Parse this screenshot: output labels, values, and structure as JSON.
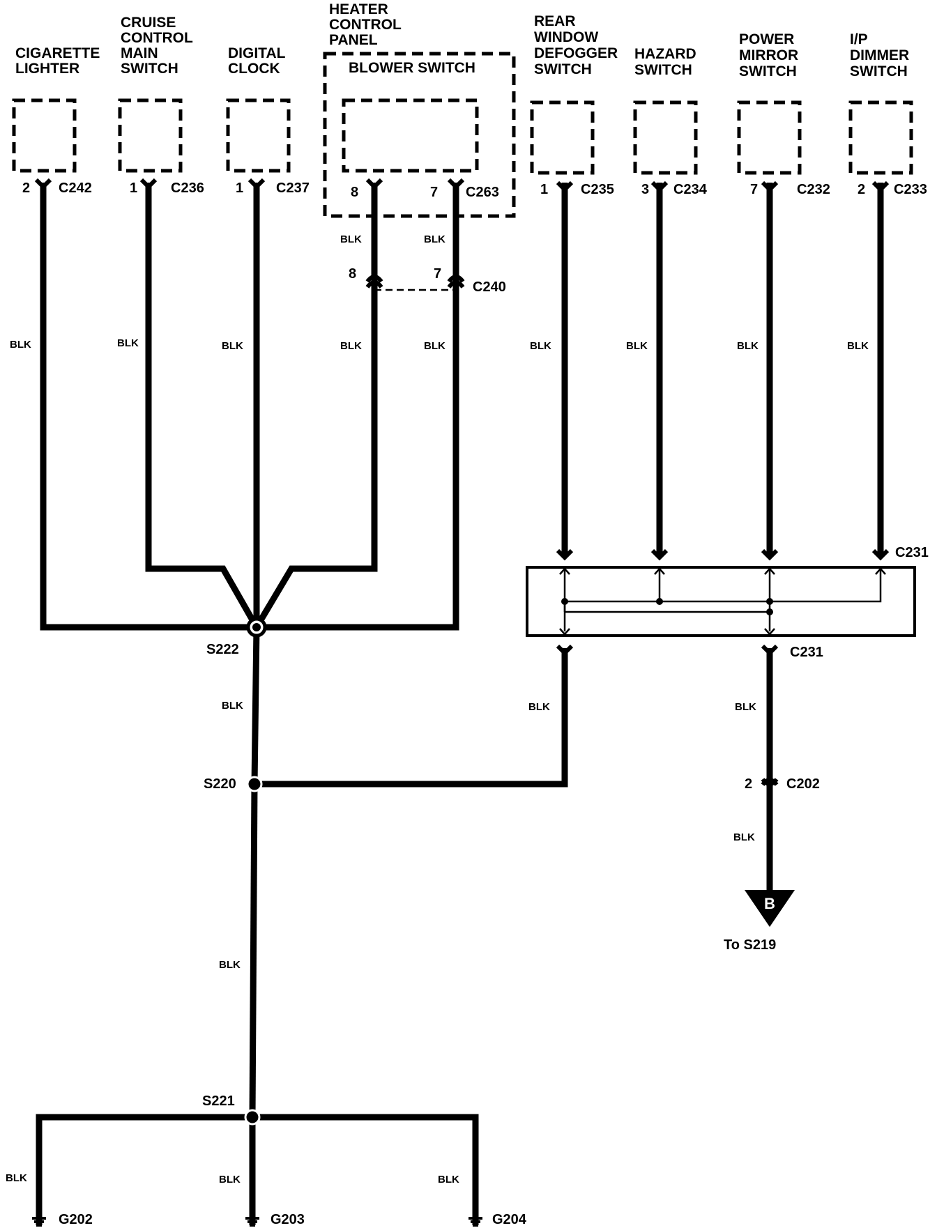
{
  "components": {
    "cigarette_lighter": [
      "CIGARETTE",
      "LIGHTER"
    ],
    "cruise_control": [
      "CRUISE",
      "CONTROL",
      "MAIN",
      "SWITCH"
    ],
    "digital_clock": [
      "DIGITAL",
      "CLOCK"
    ],
    "heater_control_panel": [
      "HEATER",
      "CONTROL",
      "PANEL"
    ],
    "blower_switch": "BLOWER SWITCH",
    "rear_window_defogger": [
      "REAR",
      "WINDOW",
      "DEFOGGER",
      "SWITCH"
    ],
    "hazard_switch": [
      "HAZARD",
      "SWITCH"
    ],
    "power_mirror": [
      "POWER",
      "MIRROR",
      "SWITCH"
    ],
    "ip_dimmer": [
      "I/P",
      "DIMMER",
      "SWITCH"
    ]
  },
  "connectors": {
    "c242": {
      "name": "C242",
      "pin": "2"
    },
    "c236": {
      "name": "C236",
      "pin": "1"
    },
    "c237": {
      "name": "C237",
      "pin": "1"
    },
    "c263": {
      "name": "C263",
      "pin_a": "8",
      "pin_b": "7"
    },
    "c240": {
      "name": "C240",
      "pin_a": "8",
      "pin_b": "7"
    },
    "c235": {
      "name": "C235",
      "pin": "1"
    },
    "c234": {
      "name": "C234",
      "pin": "3"
    },
    "c232": {
      "name": "C232",
      "pin": "7"
    },
    "c233": {
      "name": "C233",
      "pin": "2"
    },
    "c231_top": "C231",
    "c231_bottom": "C231",
    "c202": {
      "name": "C202",
      "pin": "2"
    }
  },
  "splices": {
    "s222": "S222",
    "s220": "S220",
    "s221": "S221"
  },
  "grounds": {
    "g202": "G202",
    "g203": "G203",
    "g204": "G204"
  },
  "wire_color": "BLK",
  "offpage": {
    "letter": "B",
    "label": "To S219"
  }
}
